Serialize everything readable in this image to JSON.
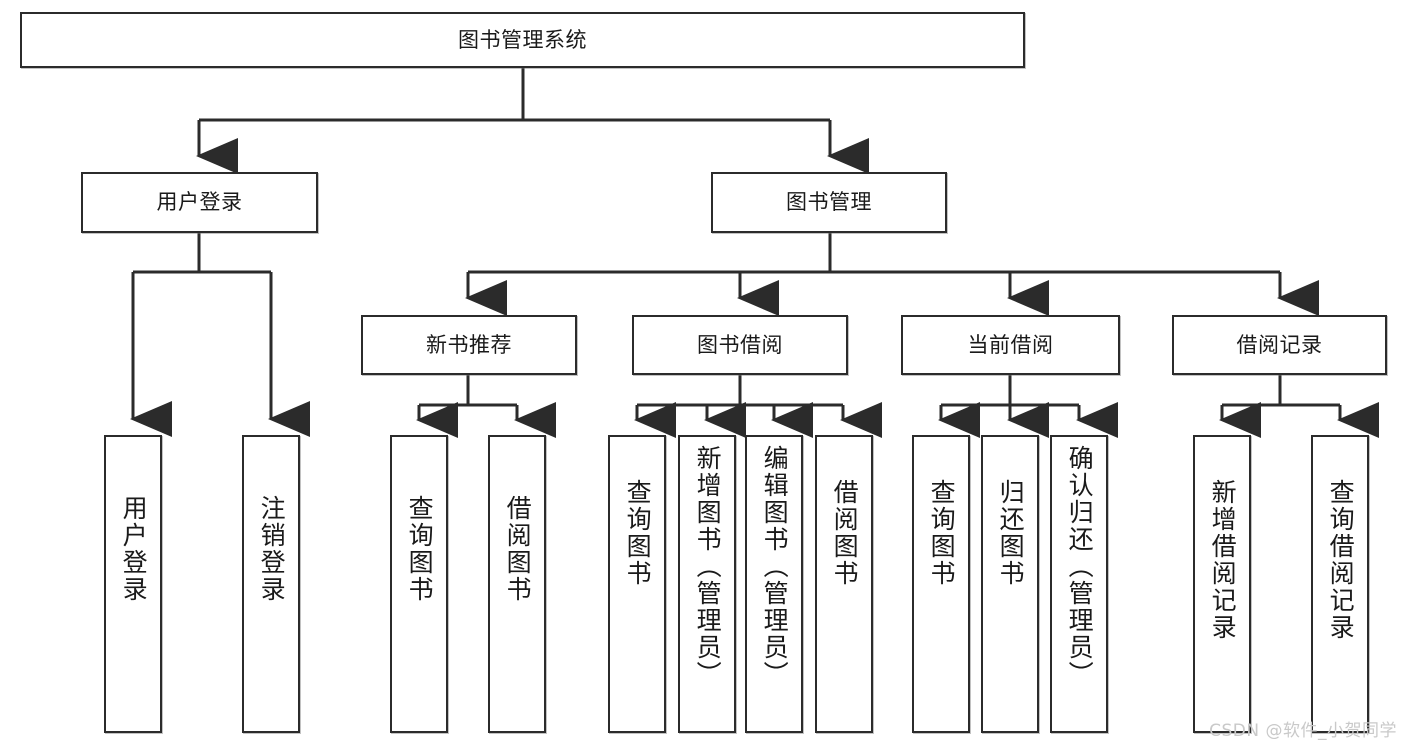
{
  "diagram": {
    "title": "图书管理系统",
    "type": "tree",
    "watermark": "CSDN @软件_小贺同学",
    "colors": {
      "box_border": "#2b2b2b",
      "box_fill": "#ffffff",
      "edge": "#2b2b2b",
      "text": "#1a1a1a",
      "watermark": "#c9c9c9",
      "background": "#ffffff"
    },
    "levels": {
      "root": "root",
      "level2": "主模块",
      "level3": "子模块",
      "level4": "功能项"
    },
    "nodes": {
      "root": {
        "label": "图书管理系统",
        "orientation": "horizontal"
      },
      "level2": [
        {
          "id": "user-login",
          "label": "用户登录",
          "orientation": "horizontal"
        },
        {
          "id": "book-manage",
          "label": "图书管理",
          "orientation": "horizontal"
        }
      ],
      "level3": [
        {
          "id": "new-book-rec",
          "label": "新书推荐",
          "orientation": "horizontal",
          "parent": "book-manage"
        },
        {
          "id": "book-borrow",
          "label": "图书借阅",
          "orientation": "horizontal",
          "parent": "book-manage"
        },
        {
          "id": "current-borrow",
          "label": "当前借阅",
          "orientation": "horizontal",
          "parent": "book-manage"
        },
        {
          "id": "borrow-record",
          "label": "借阅记录",
          "orientation": "horizontal",
          "parent": "book-manage"
        }
      ],
      "leaves": [
        {
          "id": "leaf-user-login",
          "label": "用户登录",
          "parent": "user-login",
          "orientation": "vertical"
        },
        {
          "id": "leaf-user-logout",
          "label": "注销登录",
          "parent": "user-login",
          "orientation": "vertical"
        },
        {
          "id": "leaf-rec-query",
          "label": "查询图书",
          "parent": "new-book-rec",
          "orientation": "vertical"
        },
        {
          "id": "leaf-rec-borrow",
          "label": "借阅图书",
          "parent": "new-book-rec",
          "orientation": "vertical"
        },
        {
          "id": "leaf-borrow-query",
          "label": "查询图书",
          "parent": "book-borrow",
          "orientation": "vertical"
        },
        {
          "id": "leaf-borrow-add",
          "label": "新增图书（管理员）",
          "parent": "book-borrow",
          "orientation": "vertical"
        },
        {
          "id": "leaf-borrow-edit",
          "label": "编辑图书（管理员）",
          "parent": "book-borrow",
          "orientation": "vertical"
        },
        {
          "id": "leaf-borrow-lend",
          "label": "借阅图书",
          "parent": "book-borrow",
          "orientation": "vertical"
        },
        {
          "id": "leaf-cur-query",
          "label": "查询图书",
          "parent": "current-borrow",
          "orientation": "vertical"
        },
        {
          "id": "leaf-cur-return",
          "label": "归还图书",
          "parent": "current-borrow",
          "orientation": "vertical"
        },
        {
          "id": "leaf-cur-confirm",
          "label": "确认归还（管理员）",
          "parent": "current-borrow",
          "orientation": "vertical"
        },
        {
          "id": "leaf-rec-add",
          "label": "新增借阅记录",
          "parent": "borrow-record",
          "orientation": "vertical"
        },
        {
          "id": "leaf-rec-query-record",
          "label": "查询借阅记录",
          "parent": "borrow-record",
          "orientation": "vertical"
        }
      ]
    }
  }
}
